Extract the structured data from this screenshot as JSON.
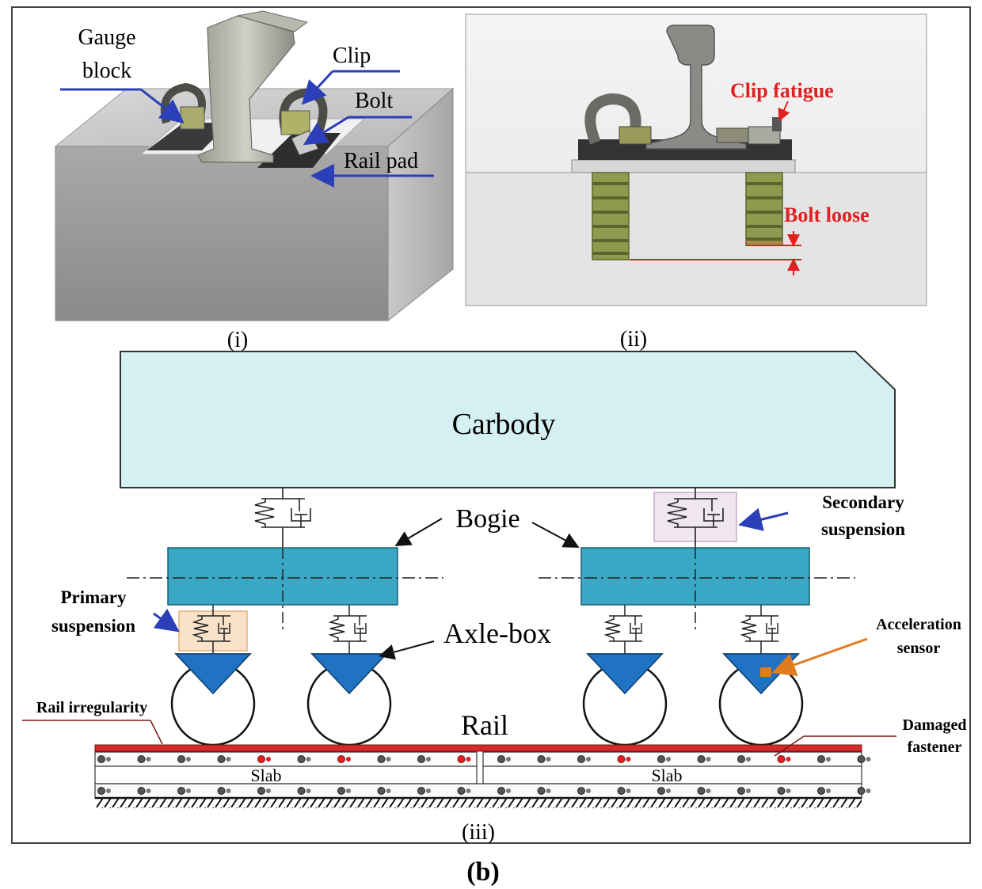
{
  "panel_i": {
    "caption": "(i)",
    "labels": {
      "gauge_block_1": "Gauge",
      "gauge_block_2": "block",
      "clip": "Clip",
      "bolt": "Bolt",
      "rail_pad": "Rail pad"
    }
  },
  "panel_ii": {
    "caption": "(ii)",
    "labels": {
      "clip_fatigue": "Clip fatigue",
      "bolt_loose": "Bolt loose"
    }
  },
  "panel_iii": {
    "caption": "(iii)",
    "labels": {
      "carbody": "Carbody",
      "bogie": "Bogie",
      "secondary_1": "Secondary",
      "secondary_2": "suspension",
      "primary_1": "Primary",
      "primary_2": "suspension",
      "axle_box": "Axle-box",
      "accel_1": "Acceleration",
      "accel_2": "sensor",
      "rail_irregularity": "Rail irregularity",
      "rail": "Rail",
      "damaged_1": "Damaged",
      "damaged_2": "fastener",
      "slab_left": "Slab",
      "slab_right": "Slab"
    }
  },
  "figure_label": "(b)",
  "colors": {
    "carbody": "#d4f0f2",
    "bogie": "#3aa8c4",
    "axle_box": "#1f73c2",
    "arrow_blue": "#2a3fb8",
    "alert_red": "#e02020",
    "sensor_orange": "#e07b20",
    "rail_red": "#d42a2a"
  }
}
